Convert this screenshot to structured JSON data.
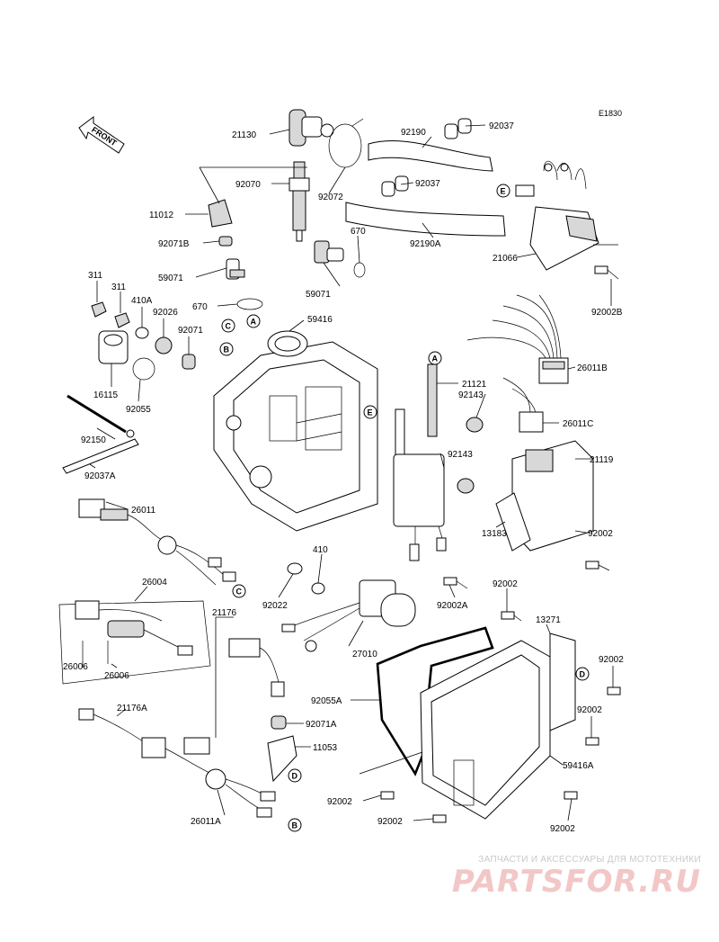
{
  "diagram_code": "E1830",
  "front_label": "FRONT",
  "parts": [
    {
      "id": "p21130",
      "label": "21130"
    },
    {
      "id": "p92037a",
      "label": "92037"
    },
    {
      "id": "p92190",
      "label": "92190"
    },
    {
      "id": "p92070",
      "label": "92070"
    },
    {
      "id": "p92072",
      "label": "92072"
    },
    {
      "id": "p92037b",
      "label": "92037"
    },
    {
      "id": "p11012",
      "label": "11012"
    },
    {
      "id": "p92190A",
      "label": "92190A"
    },
    {
      "id": "p670a",
      "label": "670"
    },
    {
      "id": "p92071B",
      "label": "92071B"
    },
    {
      "id": "p21066",
      "label": "21066"
    },
    {
      "id": "p59071a",
      "label": "59071"
    },
    {
      "id": "p59071b",
      "label": "59071"
    },
    {
      "id": "p92002B",
      "label": "92002B"
    },
    {
      "id": "p311a",
      "label": "311"
    },
    {
      "id": "p311b",
      "label": "311"
    },
    {
      "id": "p410A",
      "label": "410A"
    },
    {
      "id": "p670b",
      "label": "670"
    },
    {
      "id": "p92026",
      "label": "92026"
    },
    {
      "id": "p59416",
      "label": "59416"
    },
    {
      "id": "p92071",
      "label": "92071"
    },
    {
      "id": "p26011B",
      "label": "26011B"
    },
    {
      "id": "p16115",
      "label": "16115"
    },
    {
      "id": "p92055",
      "label": "92055"
    },
    {
      "id": "p21121",
      "label": "21121"
    },
    {
      "id": "p92143a",
      "label": "92143"
    },
    {
      "id": "p26011C",
      "label": "26011C"
    },
    {
      "id": "p92150",
      "label": "92150"
    },
    {
      "id": "p92143b",
      "label": "92143"
    },
    {
      "id": "p21119",
      "label": "21119"
    },
    {
      "id": "p92037A",
      "label": "92037A"
    },
    {
      "id": "p26011",
      "label": "26011"
    },
    {
      "id": "p13183",
      "label": "13183"
    },
    {
      "id": "p92002a",
      "label": "92002"
    },
    {
      "id": "p410",
      "label": "410"
    },
    {
      "id": "p26004",
      "label": "26004"
    },
    {
      "id": "p92022",
      "label": "92022"
    },
    {
      "id": "p92002A",
      "label": "92002A"
    },
    {
      "id": "p92002b",
      "label": "92002"
    },
    {
      "id": "p21176",
      "label": "21176"
    },
    {
      "id": "p13271",
      "label": "13271"
    },
    {
      "id": "p27010",
      "label": "27010"
    },
    {
      "id": "p26006a",
      "label": "26006"
    },
    {
      "id": "p26006b",
      "label": "26006"
    },
    {
      "id": "p92002c",
      "label": "92002"
    },
    {
      "id": "p92055A",
      "label": "92055A"
    },
    {
      "id": "p21176A",
      "label": "21176A"
    },
    {
      "id": "p92002d",
      "label": "92002"
    },
    {
      "id": "p92071A",
      "label": "92071A"
    },
    {
      "id": "p11053",
      "label": "11053"
    },
    {
      "id": "p59416A",
      "label": "59416A"
    },
    {
      "id": "p92002e",
      "label": "92002"
    },
    {
      "id": "p26011A",
      "label": "26011A"
    },
    {
      "id": "p92002f",
      "label": "92002"
    },
    {
      "id": "p92002g",
      "label": "92002"
    }
  ],
  "callouts": {
    "A": "A",
    "B": "B",
    "C": "C",
    "D": "D",
    "E": "E"
  },
  "watermark": {
    "tagline": "ЗАПЧАСТИ И АКСЕССУАРЫ ДЛЯ МОТОТЕХНИКИ",
    "logo": "PARTSFOR.RU"
  }
}
